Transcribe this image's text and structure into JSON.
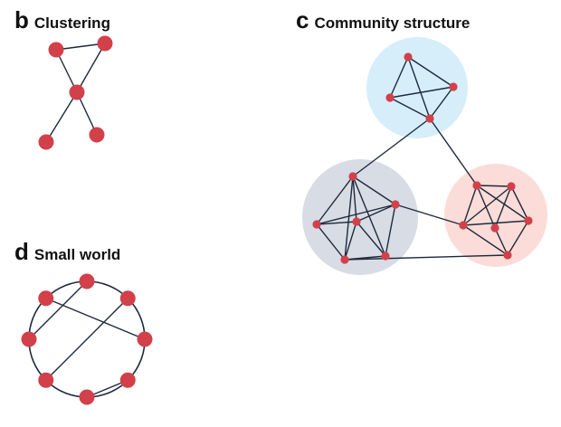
{
  "colors": {
    "node": "#d2404a",
    "edge": "#1e2a3c",
    "community_blue": "#d6eefa",
    "community_grey": "#d8dce5",
    "community_pink": "#fbdcd8"
  },
  "panels": {
    "b": {
      "letter": "b",
      "title": "Clustering"
    },
    "c": {
      "letter": "c",
      "title": "Community structure"
    },
    "d": {
      "letter": "d",
      "title": "Small world"
    }
  },
  "networks": {
    "clustering": {
      "node_count": 5,
      "edges": [
        [
          0,
          1
        ],
        [
          0,
          2
        ],
        [
          1,
          2
        ],
        [
          2,
          3
        ],
        [
          2,
          4
        ]
      ]
    },
    "community": {
      "communities": [
        {
          "name": "blue",
          "nodes": [
            0,
            1,
            2,
            3
          ]
        },
        {
          "name": "grey",
          "nodes": [
            4,
            5,
            6,
            7,
            8,
            9
          ]
        },
        {
          "name": "pink",
          "nodes": [
            10,
            11,
            12,
            13,
            14,
            15
          ]
        }
      ],
      "edges": [
        [
          0,
          1
        ],
        [
          0,
          2
        ],
        [
          0,
          3
        ],
        [
          1,
          2
        ],
        [
          1,
          3
        ],
        [
          2,
          3
        ],
        [
          4,
          5
        ],
        [
          4,
          6
        ],
        [
          4,
          7
        ],
        [
          4,
          8
        ],
        [
          4,
          9
        ],
        [
          5,
          6
        ],
        [
          5,
          7
        ],
        [
          5,
          8
        ],
        [
          6,
          7
        ],
        [
          6,
          8
        ],
        [
          6,
          9
        ],
        [
          7,
          9
        ],
        [
          8,
          9
        ],
        [
          10,
          11
        ],
        [
          10,
          12
        ],
        [
          10,
          13
        ],
        [
          10,
          14
        ],
        [
          11,
          12
        ],
        [
          11,
          13
        ],
        [
          11,
          14
        ],
        [
          12,
          13
        ],
        [
          12,
          15
        ],
        [
          13,
          15
        ],
        [
          14,
          15
        ],
        [
          3,
          4
        ],
        [
          3,
          10
        ],
        [
          7,
          12
        ],
        [
          8,
          15
        ]
      ]
    },
    "small_world": {
      "node_count": 8,
      "ring": true,
      "shortcuts": [
        [
          0,
          6
        ],
        [
          1,
          5
        ],
        [
          2,
          7
        ],
        [
          3,
          4
        ]
      ]
    }
  }
}
